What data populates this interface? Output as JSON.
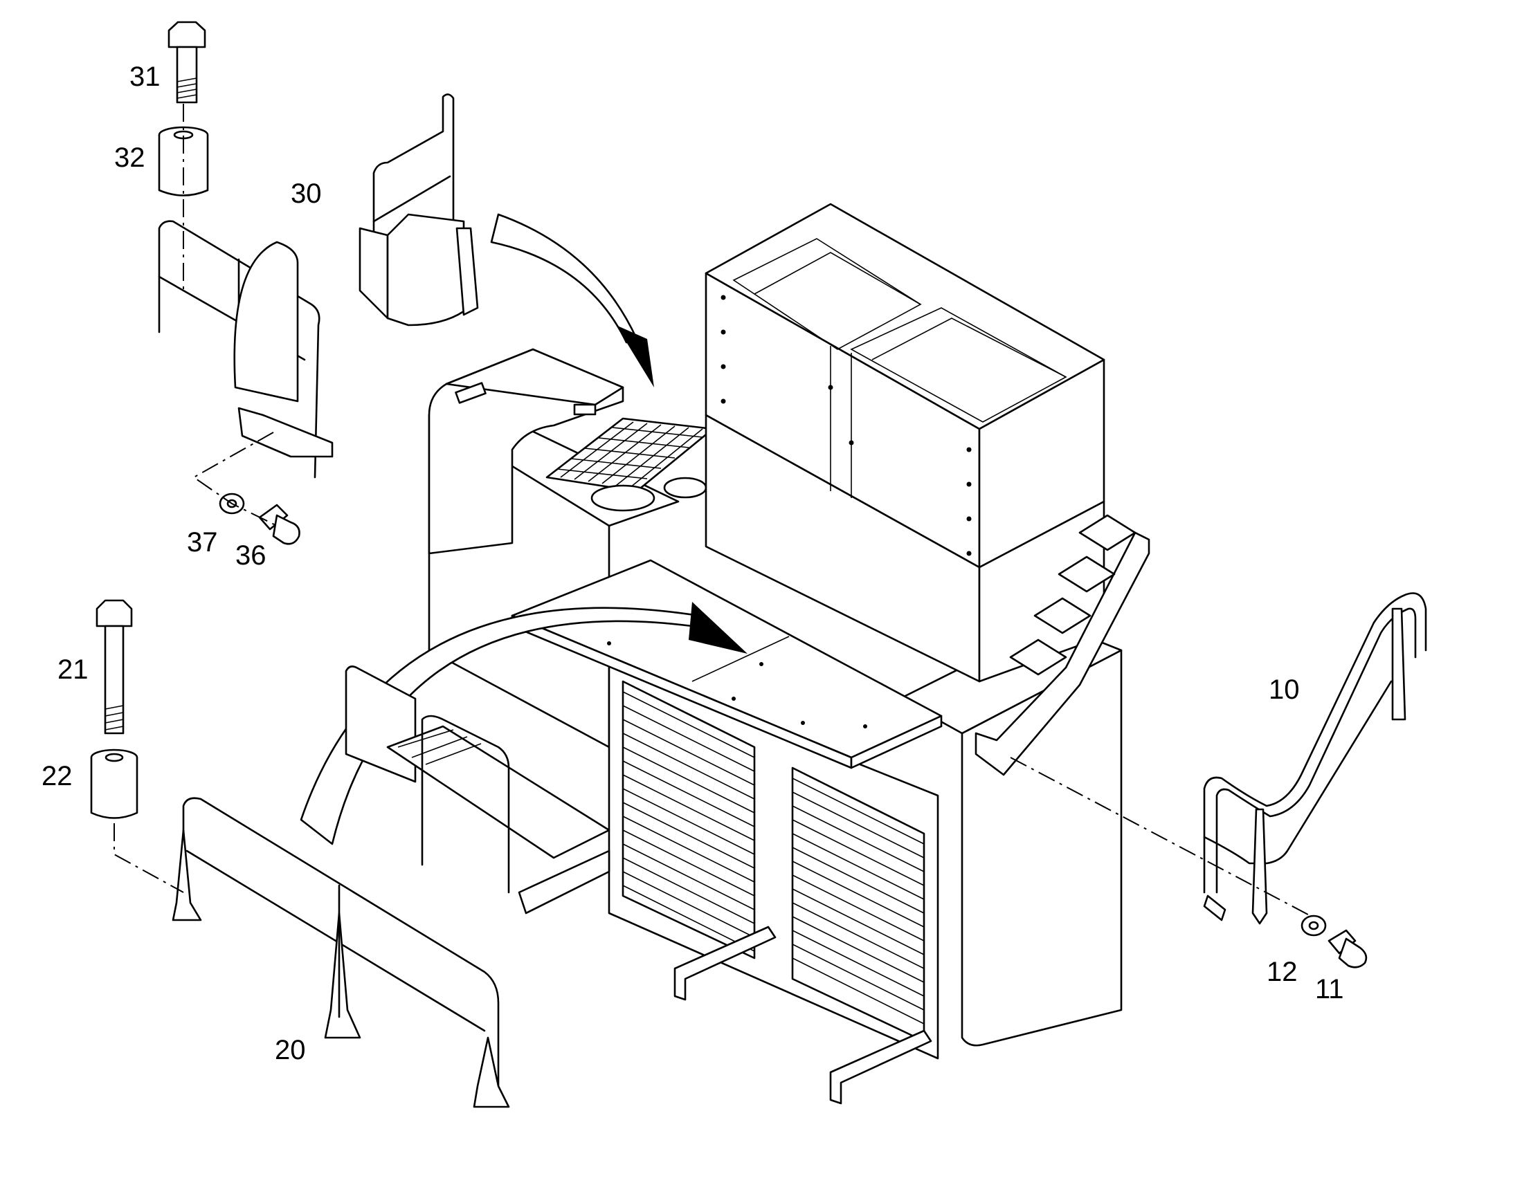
{
  "callouts": {
    "c10": "10",
    "c11": "11",
    "c12": "12",
    "c20": "20",
    "c21": "21",
    "c22": "22",
    "c30": "30",
    "c31": "31",
    "c32": "32",
    "c36": "36",
    "c37": "37"
  }
}
